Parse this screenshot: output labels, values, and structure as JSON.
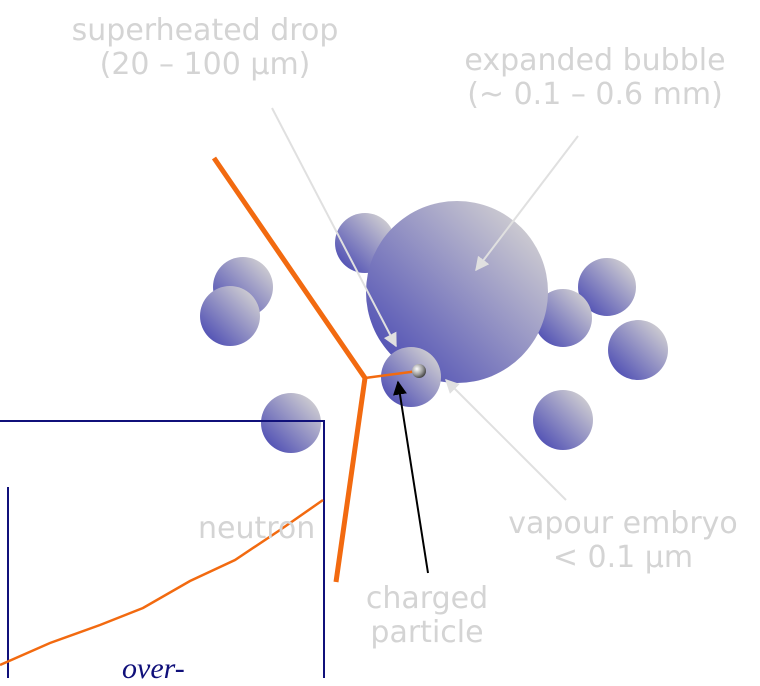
{
  "labels": {
    "superheated_drop": "superheated drop",
    "superheated_drop_size": "(20 – 100 µm)",
    "expanded_bubble": "expanded bubble",
    "expanded_bubble_size": "(~ 0.1 – 0.6 mm)",
    "neutron": "neutron",
    "vapour_embryo": "vapour embryo",
    "vapour_embryo_size": "< 0.1  µm",
    "charged_particle_line1": "charged",
    "charged_particle_line2": "particle",
    "inset_text": "over-"
  },
  "colors": {
    "track": "#f26a10",
    "drop_dark": "#3e3eb0",
    "drop_light": "#e2e0d6",
    "label_gray": "#d4d4d4",
    "frame": "#10107a",
    "arrow_gray": "#e0e0e0",
    "arrow_black": "#000000"
  }
}
